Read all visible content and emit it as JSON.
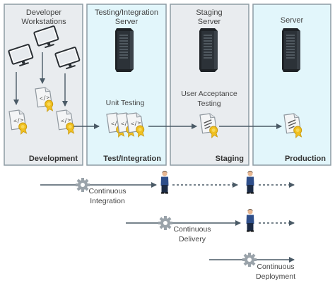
{
  "colors": {
    "dev_bg": "#e9ecef",
    "test_bg": "#e2f6fb",
    "stage_bg": "#e9ecef",
    "prod_bg": "#e2f6fb",
    "border": "#8d9ca4",
    "arrow": "#4a5a66",
    "server": "#1e2226",
    "gear": "#9aa3aa",
    "medal": "#f0c020",
    "person_shirt": "#2e4e8a",
    "person_pants": "#1b2a44"
  },
  "lanes": [
    {
      "title": [
        "Developer",
        "Workstations"
      ],
      "footer": "Development"
    },
    {
      "title": [
        "Testing/Integration",
        "Server"
      ],
      "footer": "Test/Integration"
    },
    {
      "title": [
        "Staging",
        "Server"
      ],
      "footer": "Staging"
    },
    {
      "title": [
        "Server"
      ],
      "footer": "Production"
    }
  ],
  "labels": {
    "unit_testing": "Unit Testing",
    "uat": [
      "User Acceptance",
      "Testing"
    ]
  },
  "pipelines": [
    {
      "name": [
        "Continuous",
        "Integration"
      ]
    },
    {
      "name": [
        "Continuous",
        "Delivery"
      ]
    },
    {
      "name": [
        "Continuous",
        "Deployment"
      ]
    }
  ],
  "icons": {
    "workstation": "computer-monitor-icon",
    "document": "code-document-icon",
    "server": "server-rack-icon",
    "person": "person-icon",
    "gear": "gear-icon",
    "medal": "certificate-medal-icon"
  }
}
